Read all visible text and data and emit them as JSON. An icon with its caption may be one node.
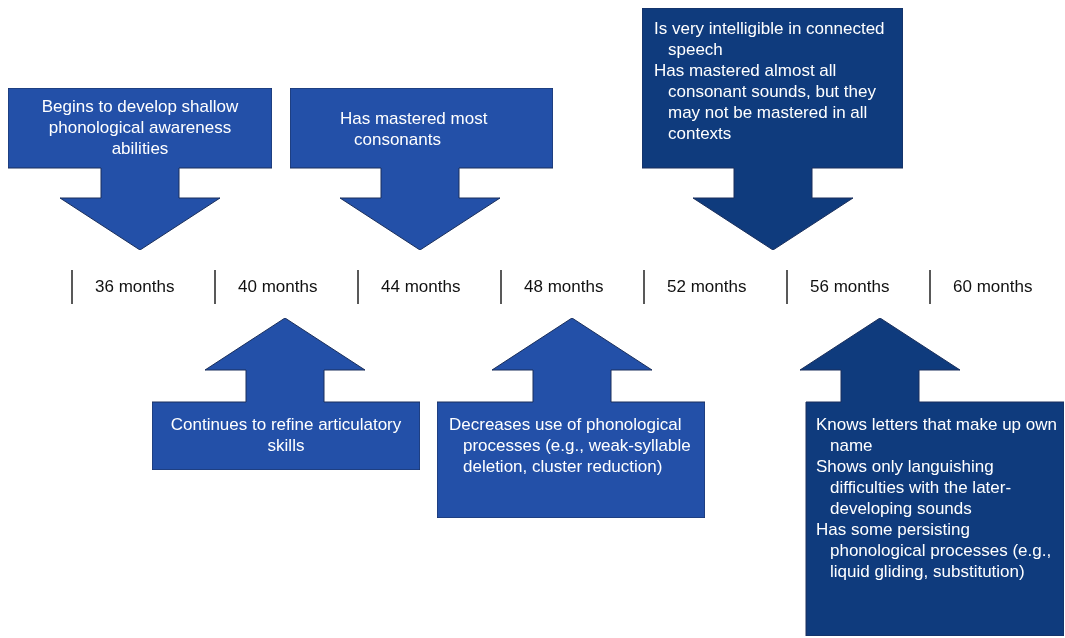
{
  "diagram": {
    "nodes": [
      {
        "text": [
          "Begins to develop shallow phonological awareness abilities"
        ]
      },
      {
        "text": [
          "Has mastered most consonants"
        ]
      },
      {
        "text": [
          "Is very intelligible in connected speech",
          "Has mastered almost all consonant sounds, but they may not be mastered in all contexts"
        ]
      },
      {
        "text": [
          "Continues to refine articulatory skills"
        ]
      },
      {
        "text": [
          "Decreases use of phonological processes (e.g., weak-syllable deletion, cluster reduction)"
        ]
      },
      {
        "text": [
          "Knows letters that make up own name",
          "Shows only languishing difficulties with the later-developing sounds",
          "Has some persisting phonological processes (e.g., liquid gliding, substitution)"
        ]
      }
    ],
    "labels": [
      "36 months",
      "40 months",
      "44 months",
      "48 months",
      "52 months",
      "56 months",
      "60 months"
    ]
  }
}
